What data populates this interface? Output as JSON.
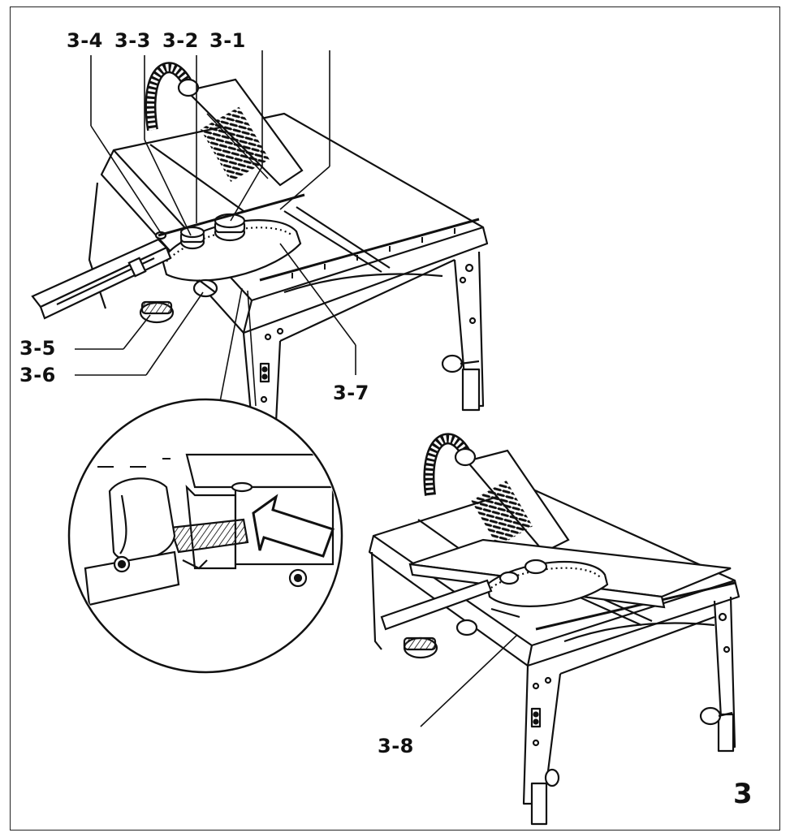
{
  "labels": {
    "l34": "3-4",
    "l33": "3-3",
    "l32": "3-2",
    "l31": "3-1",
    "l35": "3-5",
    "l36": "3-6",
    "l37": "3-7",
    "l38": "3-8"
  },
  "figure_number": "3",
  "colors": {
    "ink": "#111111",
    "paper": "#ffffff",
    "hatch": "#555555"
  }
}
